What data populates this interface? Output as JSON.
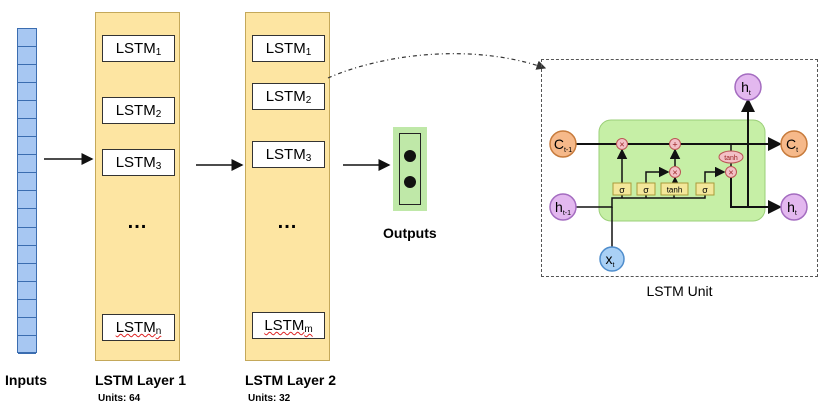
{
  "inputs": {
    "label": "Inputs",
    "cell_count": 18
  },
  "layers": [
    {
      "title": "LSTM Layer 1",
      "units": "Units: 64",
      "cells": [
        {
          "base": "LSTM",
          "sub": "1"
        },
        {
          "base": "LSTM",
          "sub": "2"
        },
        {
          "base": "LSTM",
          "sub": "3"
        }
      ],
      "ellipsis": "...",
      "last": {
        "base": "LSTM",
        "sub": "n"
      }
    },
    {
      "title": "LSTM Layer 2",
      "units": "Units: 32",
      "cells": [
        {
          "base": "LSTM",
          "sub": "1"
        },
        {
          "base": "LSTM",
          "sub": "2"
        },
        {
          "base": "LSTM",
          "sub": "3"
        }
      ],
      "ellipsis": "...",
      "last": {
        "base": "LSTM",
        "sub": "m"
      }
    }
  ],
  "outputs": {
    "label": "Outputs"
  },
  "unit": {
    "label": "LSTM Unit",
    "c_prev": {
      "base": "C",
      "sub": "t-1"
    },
    "c_next": {
      "base": "C",
      "sub": "t"
    },
    "h_prev": {
      "base": "h",
      "sub": "t-1"
    },
    "h_next_top": {
      "base": "h",
      "sub": "t"
    },
    "h_next_right": {
      "base": "h",
      "sub": "t"
    },
    "x": {
      "base": "x",
      "sub": "t"
    },
    "gates": [
      "σ",
      "σ",
      "tanh",
      "σ"
    ],
    "tanh_op": "tanh",
    "ops": {
      "multiply": "×",
      "add": "+"
    }
  },
  "colors": {
    "layer_fill": "#fde5a2",
    "input_fill": "#a7c7f2",
    "output_fill": "#bfe8a8",
    "cell_state_circle": "#f6b98a",
    "hidden_circle": "#e3b8ef",
    "x_circle": "#a9d0f5",
    "unit_fill": "#c6efa6",
    "gate_fill": "#f3e79a"
  }
}
